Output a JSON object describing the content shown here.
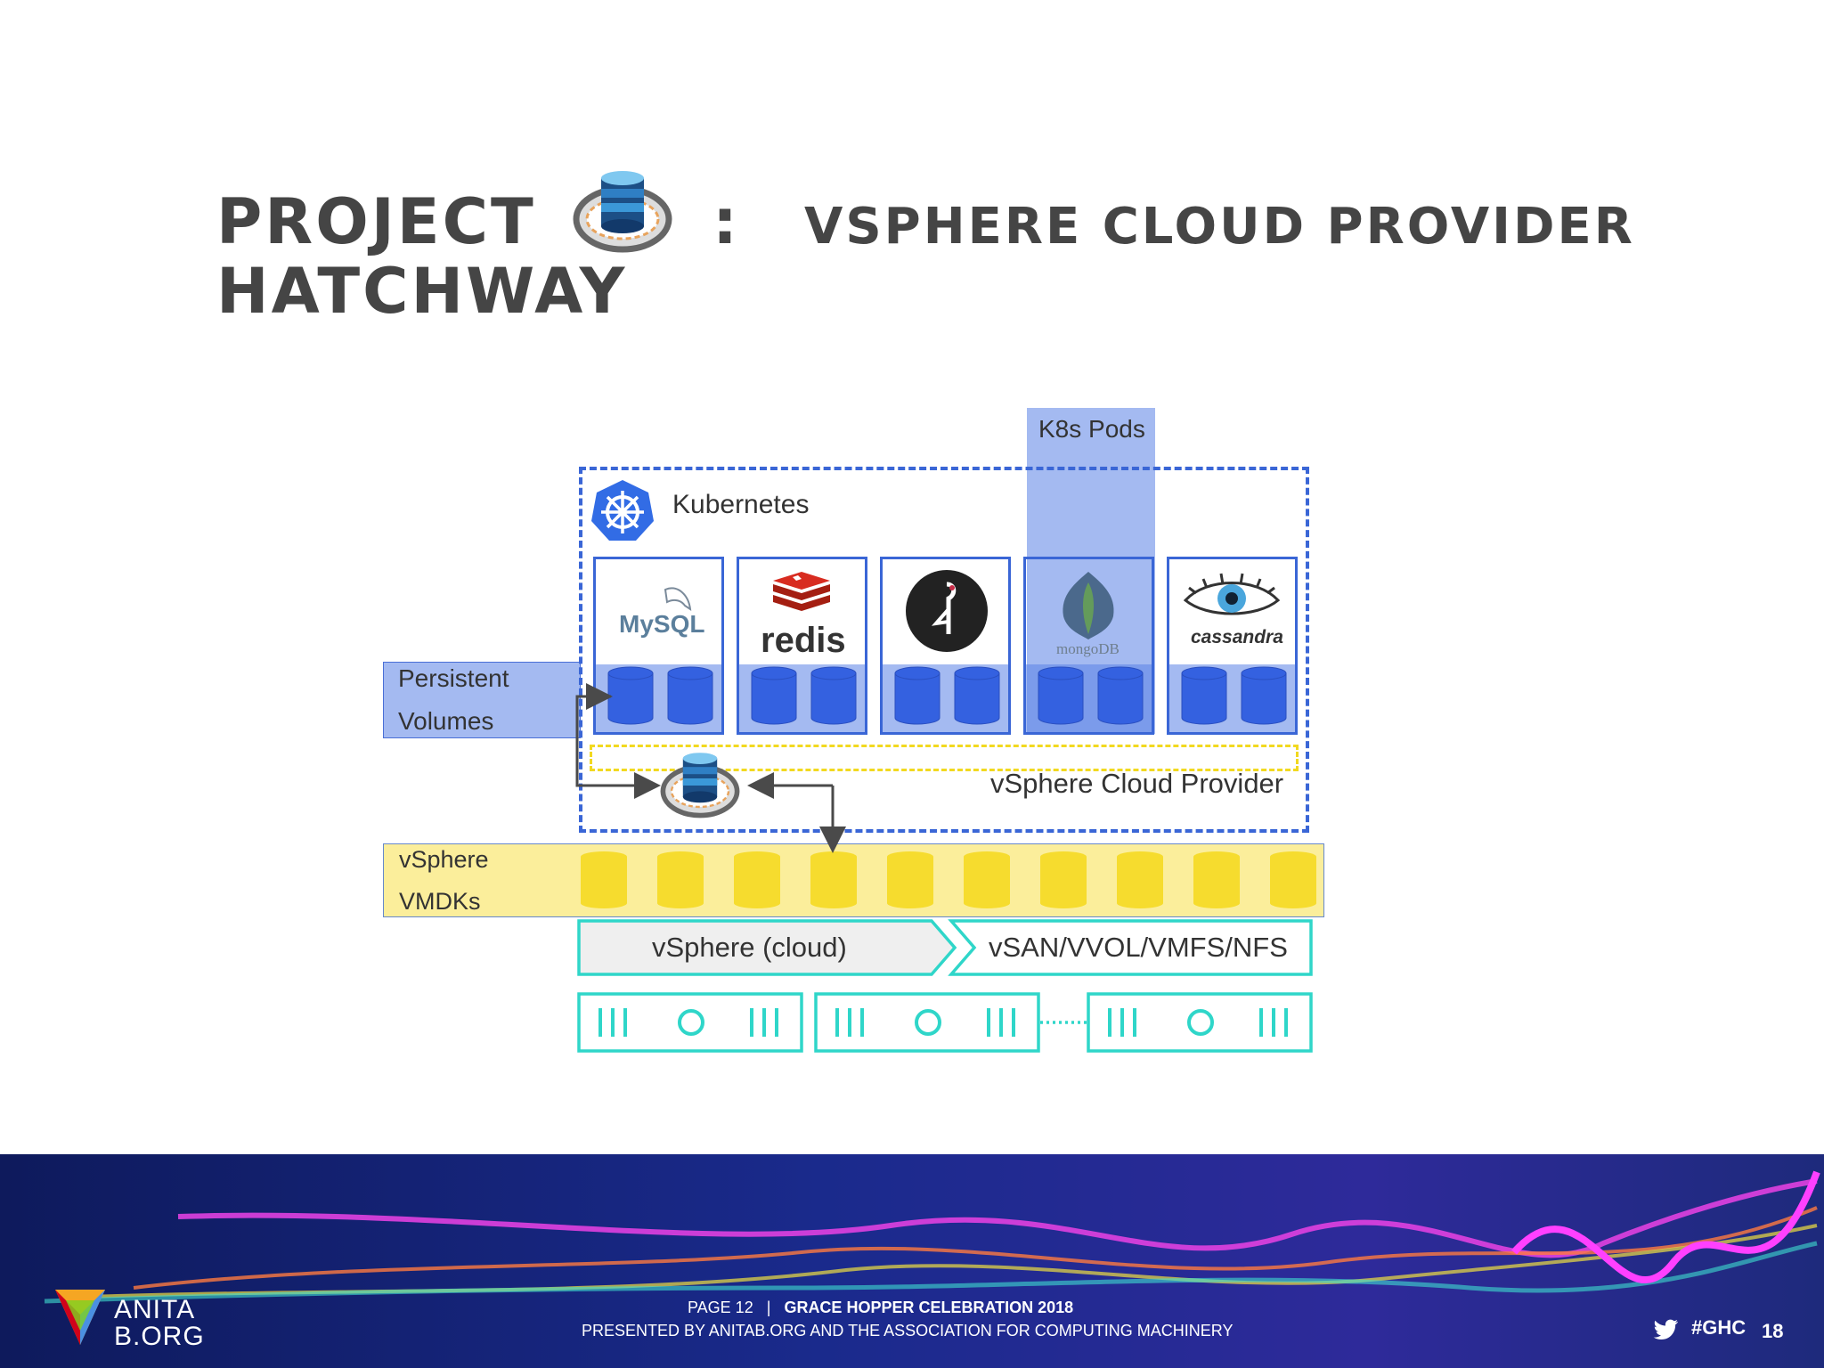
{
  "title": {
    "line1": "PROJECT",
    "line2": "HATCHWAY",
    "colon": ":",
    "subtitle": "VSPHERE CLOUD PROVIDER",
    "icon": "database-disk-icon"
  },
  "diagram": {
    "k8s_pods_label": "K8s Pods",
    "kubernetes_label": "Kubernetes",
    "kubernetes_icon": "kubernetes-helm-icon",
    "persistent_volumes_line1": "Persistent",
    "persistent_volumes_line2": "Volumes",
    "vsphere_cloud_provider_label": "vSphere Cloud Provider",
    "vmdks_line1": "vSphere",
    "vmdks_line2": "VMDKs",
    "vsphere_cloud_label": "vSphere (cloud)",
    "storage_label": "vSAN/VVOL/VMFS/NFS",
    "pods": [
      {
        "name": "MySQL",
        "icon": "mysql-dolphin-icon"
      },
      {
        "name": "redis",
        "icon": "redis-cubes-icon"
      },
      {
        "name": "",
        "icon": "minio-bird-icon"
      },
      {
        "name": "mongoDB",
        "icon": "mongodb-leaf-icon"
      },
      {
        "name": "cassandra",
        "icon": "cassandra-eye-icon"
      }
    ],
    "colors": {
      "k8s_blue": "#3a66d6",
      "pv_blue": "#5a82e6",
      "vmdk_yellow": "#f6dc2e",
      "infra_teal": "#2fd6c9",
      "provider_yellow": "#f2d920"
    }
  },
  "footer": {
    "org_line1": "ANITA",
    "org_line2": "B.ORG",
    "page": "PAGE 12",
    "separator": "|",
    "event": "GRACE HOPPER CELEBRATION 2018",
    "presented": "PRESENTED BY ANITAB.ORG AND THE ASSOCIATION FOR COMPUTING MACHINERY",
    "hashtag": "#GHC",
    "slide_number": "18"
  }
}
